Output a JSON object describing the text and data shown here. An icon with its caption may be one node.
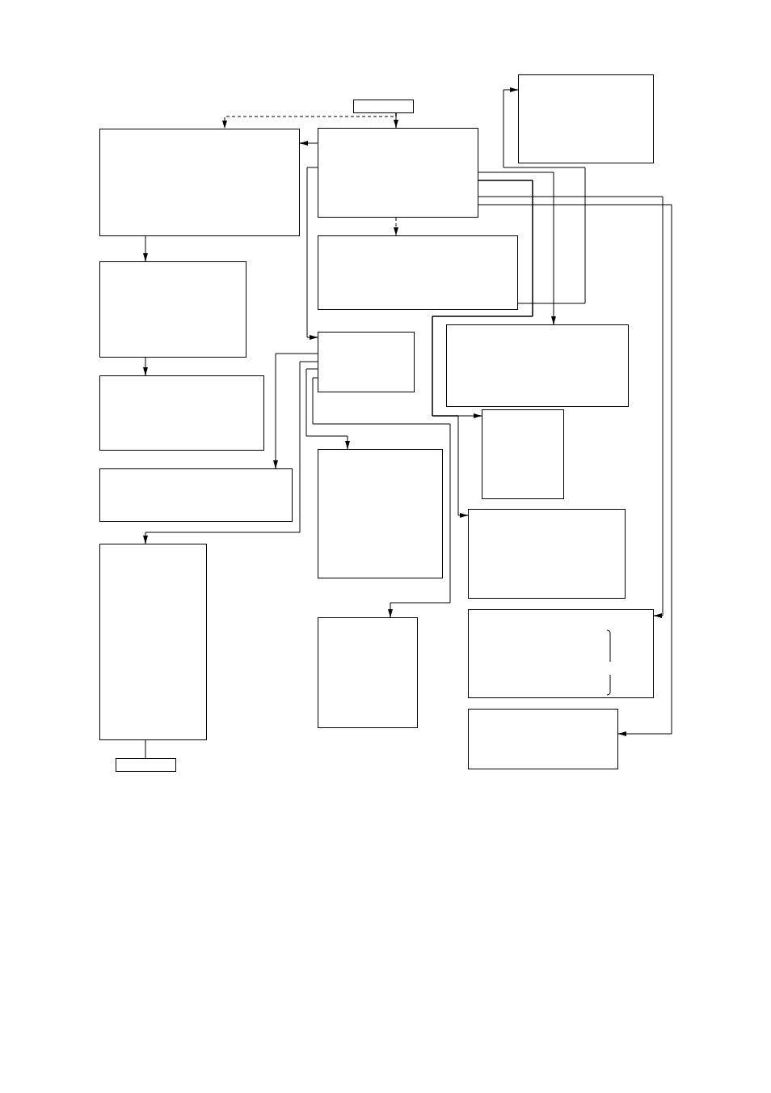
{
  "diagram": {
    "nodes": [
      {
        "text": [],
        "shape": "box"
      },
      {
        "text": [],
        "shape": "box"
      },
      {
        "text": [],
        "shape": "box"
      },
      {
        "text": [],
        "shape": "box"
      },
      {
        "text": [],
        "shape": "box"
      },
      {
        "text": [],
        "shape": "box"
      },
      {
        "text": [],
        "shape": "box"
      },
      {
        "text": [],
        "shape": "box"
      },
      {
        "text": [],
        "shape": "box"
      },
      {
        "text": [],
        "shape": "box"
      },
      {
        "text": [],
        "shape": "box"
      },
      {
        "text": [],
        "shape": "box"
      },
      {
        "text": [],
        "shape": "box"
      },
      {
        "text": [],
        "shape": "box"
      },
      {
        "text": [],
        "shape": "box"
      },
      {
        "text": [],
        "shape": "box"
      },
      {
        "text": [],
        "shape": "box"
      },
      {
        "text": [],
        "shape": "box"
      }
    ],
    "edges": [
      {
        "from": 1,
        "to": 2,
        "arrow": "to",
        "style": "dashed"
      },
      {
        "from": 1,
        "to": 3,
        "arrow": "to"
      },
      {
        "from": 3,
        "to": 2,
        "arrow": "to"
      },
      {
        "from": 3,
        "to": 4,
        "arrow": "to",
        "style": "dashed"
      },
      {
        "from": 2,
        "to": 5,
        "arrow": "to"
      },
      {
        "from": 5,
        "to": 8,
        "arrow": "to"
      },
      {
        "from": 3,
        "to": 6,
        "arrow": "to"
      },
      {
        "from": 3,
        "to": 7,
        "arrow": "to"
      },
      {
        "from": 3,
        "to": 9,
        "arrow": "to"
      },
      {
        "from": 3,
        "to": 12,
        "arrow": "to"
      },
      {
        "from": 3,
        "to": 14,
        "arrow": "to"
      },
      {
        "from": 3,
        "to": 16,
        "arrow": "to"
      },
      {
        "from": 4,
        "to": 0,
        "arrow": "to"
      },
      {
        "from": 6,
        "to": 10,
        "arrow": "to"
      },
      {
        "from": 6,
        "to": 13,
        "arrow": "to"
      },
      {
        "from": 6,
        "to": 11,
        "arrow": "to"
      },
      {
        "from": 6,
        "to": 15,
        "arrow": "to"
      },
      {
        "from": 13,
        "to": 17,
        "arrow": "none"
      }
    ]
  }
}
